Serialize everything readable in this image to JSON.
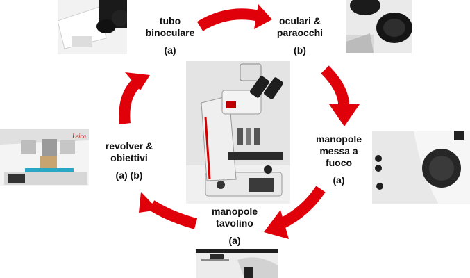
{
  "arrow_color": "#e0000a",
  "labels": {
    "tubo": {
      "line1": "tubo",
      "line2": "binoculare",
      "tag": "(a)"
    },
    "oculari": {
      "line1": "oculari &",
      "line2": "paraocchi",
      "tag": "(b)"
    },
    "messa_fuoco": {
      "line1": "manopole",
      "line2": "messa a",
      "line3": "fuoco",
      "tag": "(a)"
    },
    "tavolino": {
      "line1": "manopole",
      "line2": "tavolino",
      "tag": "(a)"
    },
    "revolver": {
      "line1": "revolver &",
      "line2": "obiettivi",
      "tag": "(a) (b)"
    }
  },
  "images": {
    "center": "microscope-photo",
    "top_left": "binocular-tube-photo",
    "top_right": "eyepieces-photo",
    "right": "focus-knobs-photo",
    "bottom": "stage-knobs-photo",
    "left": "revolver-objectives-photo"
  }
}
